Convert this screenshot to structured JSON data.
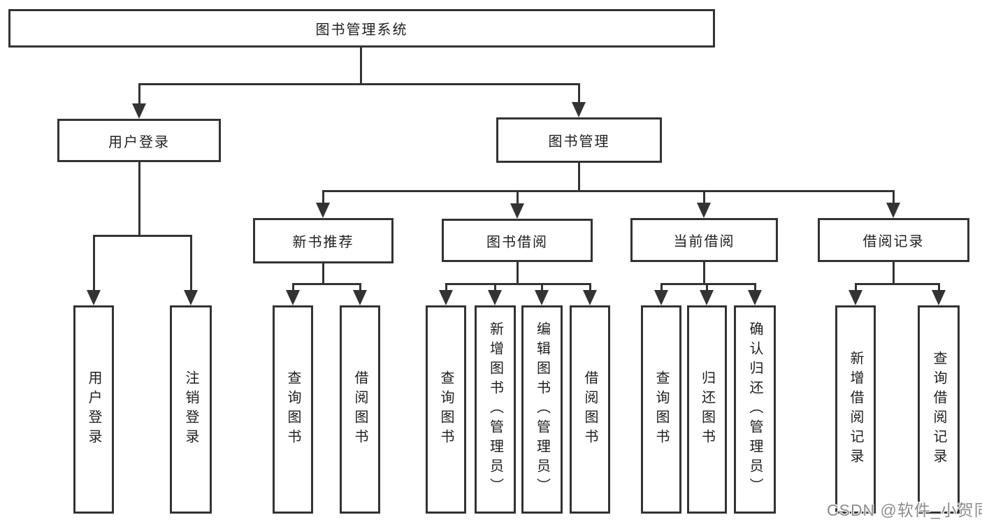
{
  "diagram": {
    "root": {
      "label": "图书管理系统"
    },
    "branches": [
      {
        "label": "用户登录",
        "children": [
          {
            "label": "用户登录"
          },
          {
            "label": "注销登录"
          }
        ]
      },
      {
        "label": "图书管理",
        "children": [
          {
            "label": "新书推荐",
            "children": [
              {
                "label": "查询图书"
              },
              {
                "label": "借阅图书"
              }
            ]
          },
          {
            "label": "图书借阅",
            "children": [
              {
                "label": "查询图书"
              },
              {
                "label": "新增图书（管理员）"
              },
              {
                "label": "编辑图书（管理员）"
              },
              {
                "label": "借阅图书"
              }
            ]
          },
          {
            "label": "当前借阅",
            "children": [
              {
                "label": "查询图书"
              },
              {
                "label": "归还图书"
              },
              {
                "label": "确认归还（管理员）"
              }
            ]
          },
          {
            "label": "借阅记录",
            "children": [
              {
                "label": "新增借阅记录"
              },
              {
                "label": "查询借阅记录"
              }
            ]
          }
        ]
      }
    ]
  },
  "watermark": {
    "text": "CSDN @软件_小贺同学"
  },
  "colors": {
    "line": "#333333",
    "text": "#1f1f1f",
    "background": "#ffffff",
    "watermark": "#8d8d8d"
  }
}
